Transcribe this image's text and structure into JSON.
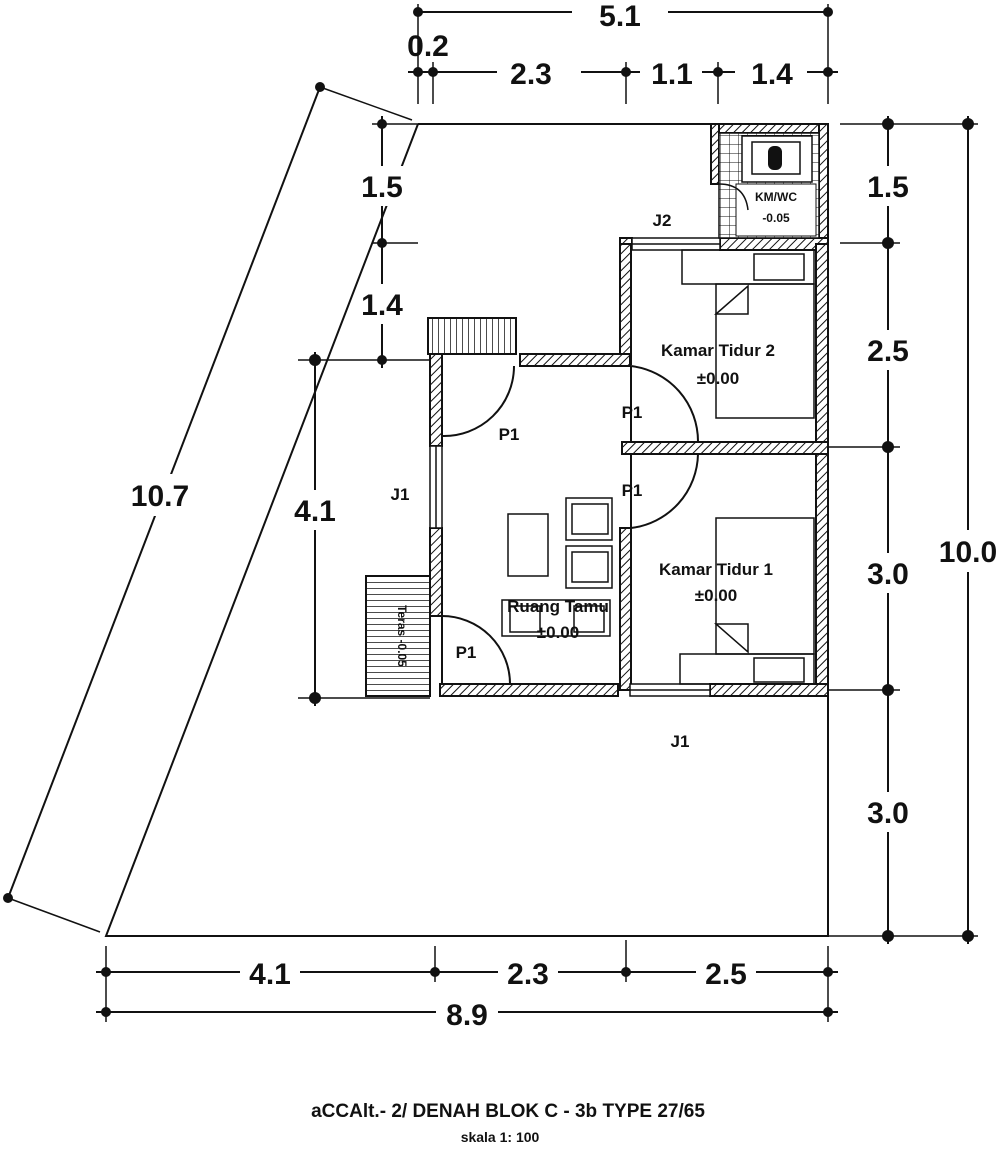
{
  "title": "aCCAlt.- 2/ DENAH BLOK C - 3b  TYPE 27/65",
  "scale": "skala  1: 100",
  "rooms": {
    "bedroom2": {
      "name": "Kamar Tidur 2",
      "level": "±0.00"
    },
    "bedroom1": {
      "name": "Kamar Tidur 1",
      "level": "±0.00"
    },
    "living": {
      "name": "Ruang Tamu",
      "level": "±0.00"
    },
    "bathroom": {
      "name": "KM/WC",
      "level": "-0.05"
    },
    "terrace": {
      "name": "Teras  -0.05"
    }
  },
  "labels": {
    "j2": "J2",
    "j1_left": "J1",
    "j1_bottom": "J1",
    "p1_door_left": "P1",
    "p1_door_top": "P1",
    "p1_door_mid": "P1",
    "p1_door_front": "P1"
  },
  "dimensions": {
    "top_total": "5.1",
    "top_02": "0.2",
    "top_23": "2.3",
    "top_11": "1.1",
    "top_14": "1.4",
    "left_15": "1.5",
    "left_14": "1.4",
    "left_41": "4.1",
    "diagonal": "10.7",
    "right_15": "1.5",
    "right_25": "2.5",
    "right_30a": "3.0",
    "right_30b": "3.0",
    "right_total": "10.0",
    "bottom_41": "4.1",
    "bottom_23": "2.3",
    "bottom_25": "2.5",
    "bottom_total": "8.9"
  }
}
